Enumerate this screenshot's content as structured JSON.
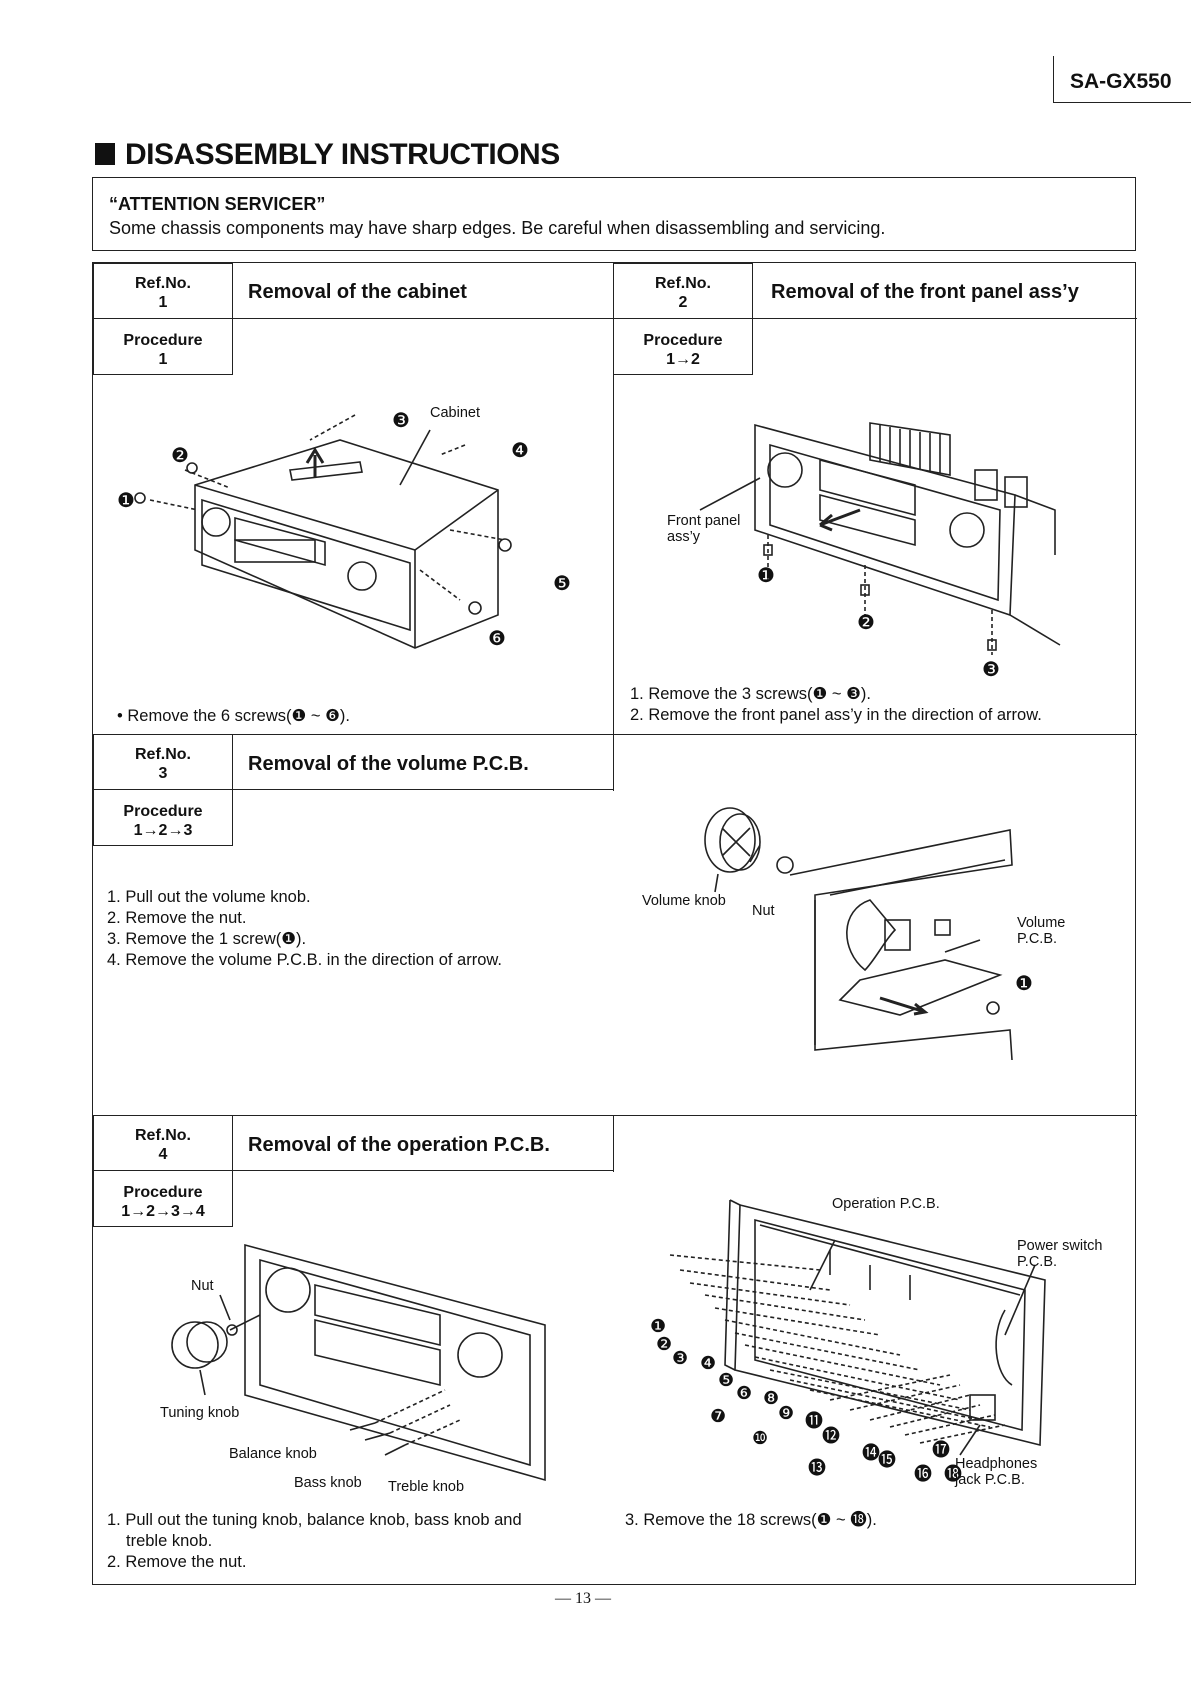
{
  "header": {
    "model": "SA-GX550",
    "title": "DISASSEMBLY INSTRUCTIONS"
  },
  "attention": {
    "heading": "“ATTENTION SERVICER”",
    "text": "Some chassis components may have sharp edges.   Be careful when disassembling and servicing."
  },
  "sections": [
    {
      "ref_label": "Ref.No.",
      "ref_no": "1",
      "title": "Removal of the cabinet",
      "proc_label": "Procedure",
      "proc": "1",
      "steps": [
        "• Remove the 6 screws(❶ ~ ❻)."
      ],
      "labels": [
        "Cabinet",
        "❶",
        "❷",
        "❸",
        "❹",
        "❺",
        "❻"
      ]
    },
    {
      "ref_label": "Ref.No.",
      "ref_no": "2",
      "title": "Removal of the front panel ass’y",
      "proc_label": "Procedure",
      "proc": "1→2",
      "steps": [
        "1. Remove the 3 screws(❶ ~ ❸).",
        "2. Remove the front panel ass’y in the direction of arrow."
      ],
      "labels": [
        "Front panel ass’y",
        "❶",
        "❷",
        "❸"
      ]
    },
    {
      "ref_label": "Ref.No.",
      "ref_no": "3",
      "title": "Removal of the volume P.C.B.",
      "proc_label": "Procedure",
      "proc": "1→2→3",
      "steps": [
        "1. Pull out the volume knob.",
        "2. Remove the nut.",
        "3. Remove the 1 screw(❶).",
        "4. Remove the volume P.C.B. in the direction of arrow."
      ],
      "labels": [
        "Volume knob",
        "Nut",
        "Volume P.C.B.",
        "❶"
      ]
    },
    {
      "ref_label": "Ref.No.",
      "ref_no": "4",
      "title": "Removal of the operation P.C.B.",
      "proc_label": "Procedure",
      "proc": "1→2→3→4",
      "steps": [
        "1. Pull out the tuning knob, balance knob, bass knob and",
        "treble knob.",
        "2. Remove the nut.",
        "3. Remove the 18 screws(❶ ~ ⓲)."
      ],
      "labels": [
        "Nut",
        "Tuning knob",
        "Balance knob",
        "Bass knob",
        "Treble knob",
        "Operation P.C.B.",
        "Power switch P.C.B.",
        "Headphones jack P.C.B."
      ]
    }
  ],
  "screw_marks": [
    "❶",
    "❷",
    "❸",
    "❹",
    "❺",
    "❻",
    "❼",
    "❽",
    "❾",
    "❿",
    "⓫",
    "⓬",
    "⓭",
    "⓮",
    "⓯",
    "⓰",
    "⓱",
    "⓲"
  ],
  "page_number": "— 13 —"
}
